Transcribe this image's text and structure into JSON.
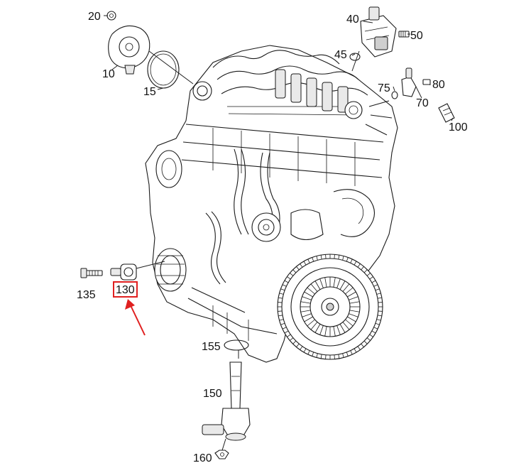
{
  "parts": [
    {
      "id": "p20",
      "label": "20"
    },
    {
      "id": "p10",
      "label": "10"
    },
    {
      "id": "p15",
      "label": "15"
    },
    {
      "id": "p40",
      "label": "40"
    },
    {
      "id": "p50",
      "label": "50"
    },
    {
      "id": "p45",
      "label": "45"
    },
    {
      "id": "p75",
      "label": "75"
    },
    {
      "id": "p80",
      "label": "80"
    },
    {
      "id": "p70",
      "label": "70"
    },
    {
      "id": "p100",
      "label": "100"
    },
    {
      "id": "p135",
      "label": "135"
    },
    {
      "id": "p130",
      "label": "130"
    },
    {
      "id": "p155",
      "label": "155"
    },
    {
      "id": "p150",
      "label": "150"
    },
    {
      "id": "p160",
      "label": "160"
    }
  ],
  "highlight": {
    "part": "130",
    "box_color": "#e02020",
    "arrow_color": "#e02020"
  }
}
